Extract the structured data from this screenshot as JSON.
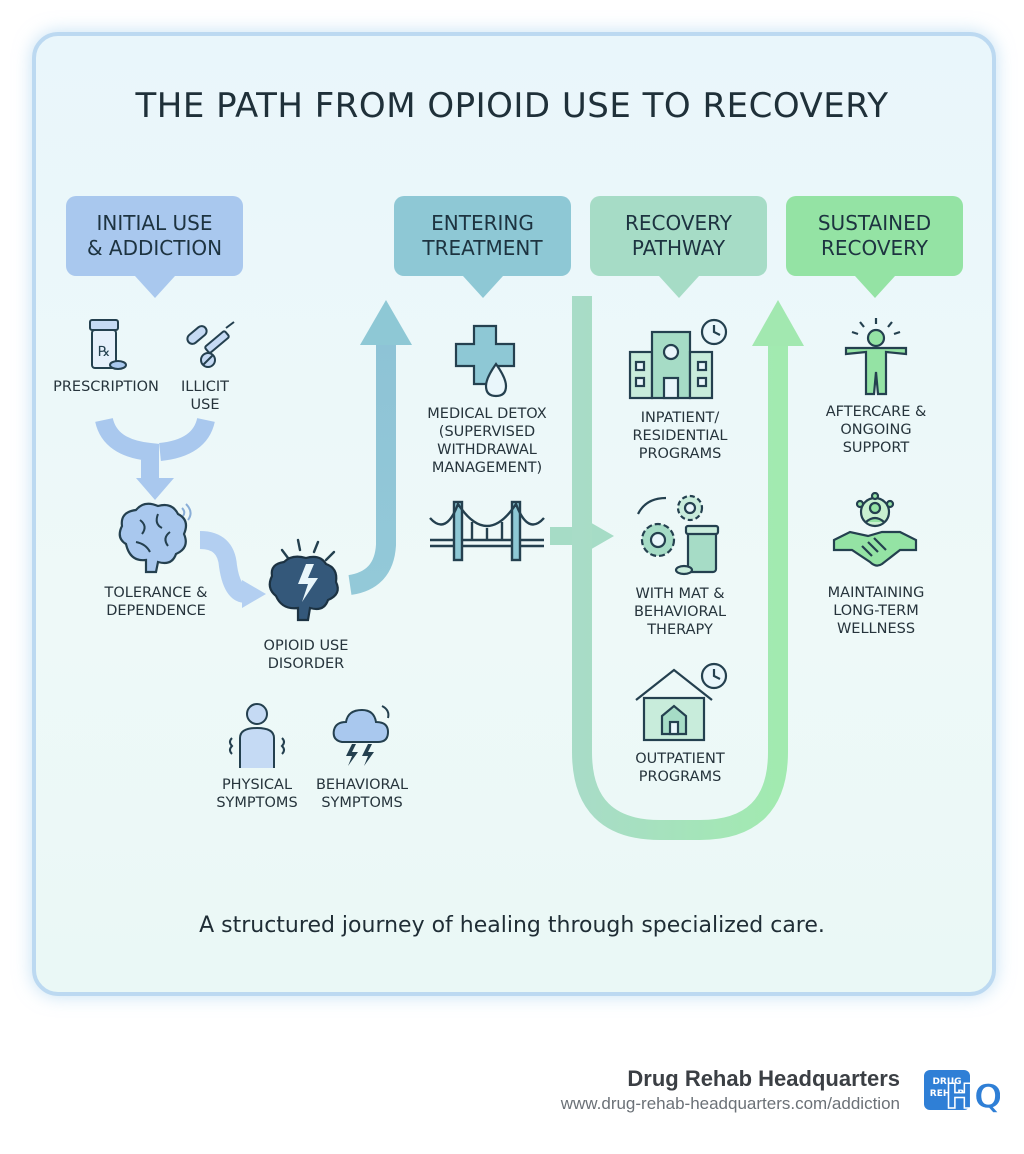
{
  "title": "THE PATH FROM OPIOID USE TO RECOVERY",
  "stages": {
    "initial": "INITIAL USE\n& ADDICTION",
    "treatment": "ENTERING\nTREATMENT",
    "pathway": "RECOVERY\nPATHWAY",
    "sustained": "SUSTAINED\nRECOVERY"
  },
  "labels": {
    "prescription": "PRESCRIPTION",
    "illicit": "ILLICIT\nUSE",
    "tolerance": "TOLERANCE &\nDEPENDENCE",
    "oud": "OPIOID USE\nDISORDER",
    "physical": "PHYSICAL\nSYMPTOMS",
    "behavioral": "BEHAVIORAL\nSYMPTOMS",
    "detox": "MEDICAL DETOX\n(SUPERVISED\nWITHDRAWAL\nMANAGEMENT)",
    "inpatient": "INPATIENT/\nRESIDENTIAL\nPROGRAMS",
    "mat": "WITH MAT &\nBEHAVIORAL\nTHERAPY",
    "outpatient": "OUTPATIENT\nPROGRAMS",
    "aftercare": "AFTERCARE &\nONGOING\nSUPPORT",
    "wellness": "MAINTAINING\nLONG-TERM\nWELLNESS"
  },
  "tagline": "A structured journey of healing through specialized care.",
  "brand": {
    "name": "Drug Rehab Headquarters",
    "url": "www.drug-rehab-headquarters.com/addiction",
    "logo_text_top": "DRUG",
    "logo_text_bottom": "REHAB",
    "logo_letters": "HQ"
  },
  "colors": {
    "initial": "#a9c8ee",
    "treatment": "#8ec8d5",
    "pathway": "#a6dcc6",
    "sustained": "#94e3a4",
    "logo": "#2f7fd6"
  },
  "icons": [
    "pill-bottle-icon",
    "syringe-pills-icon",
    "brain-icon",
    "brain-lightning-icon",
    "person-symptoms-icon",
    "storm-cloud-icon",
    "medical-cross-drop-icon",
    "bridge-icon",
    "hospital-clock-icon",
    "gears-pill-icon",
    "house-clock-icon",
    "person-celebrate-icon",
    "handshake-icon"
  ]
}
